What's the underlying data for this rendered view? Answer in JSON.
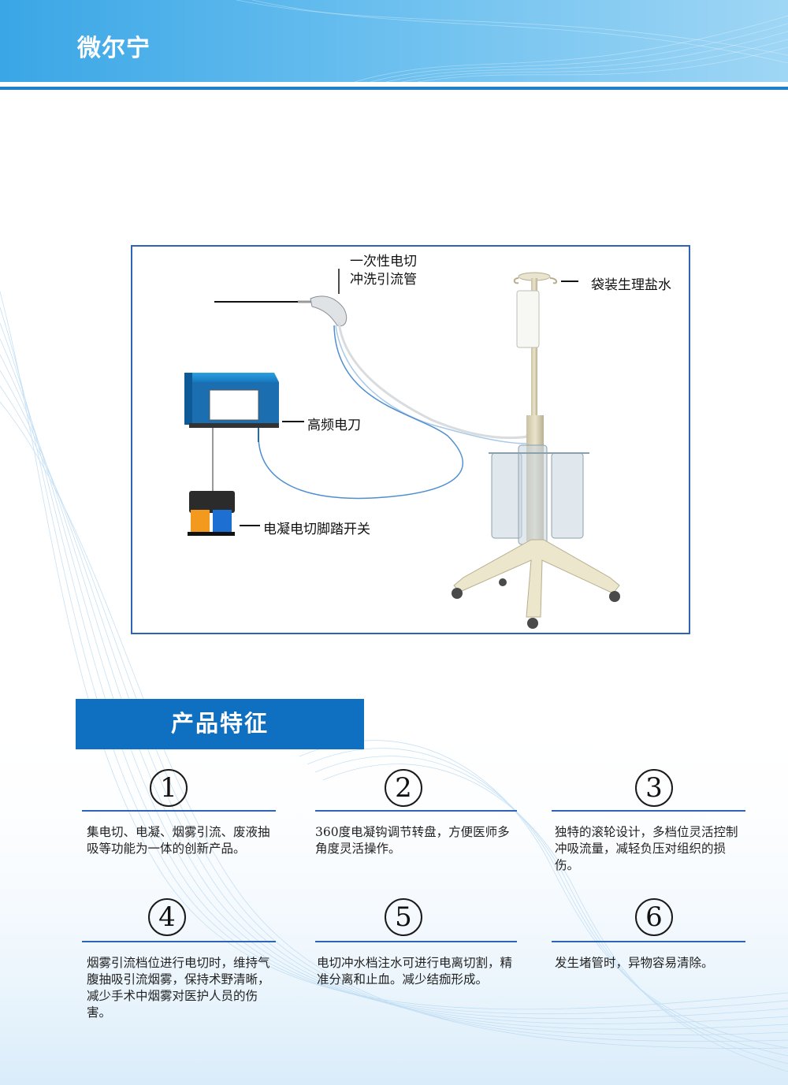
{
  "header": {
    "brand": "微尔宁"
  },
  "diagram": {
    "labels": {
      "electrode_line1": "一次性电切",
      "electrode_line2": "冲洗引流管",
      "saline": "袋装生理盐水",
      "generator": "高频电刀",
      "footswitch": "电凝电切脚踏开关"
    }
  },
  "features": {
    "title": "产品特征",
    "items": [
      {
        "number": "1",
        "text": "集电切、电凝、烟雾引流、废液抽吸等功能为一体的创新产品。"
      },
      {
        "number": "2",
        "text": "360度电凝钩调节转盘，方便医师多角度灵活操作。"
      },
      {
        "number": "3",
        "text": "独特的滚轮设计，多档位灵活控制冲吸流量，减轻负压对组织的损伤。"
      },
      {
        "number": "4",
        "text": "烟雾引流档位进行电切时，维持气腹抽吸引流烟雾，保持术野清晰，减少手术中烟雾对医护人员的伤害。"
      },
      {
        "number": "5",
        "text": "电切冲水档注水可进行电离切割，精准分离和止血。减少结痂形成。"
      },
      {
        "number": "6",
        "text": "发生堵管时，异物容易清除。"
      }
    ]
  },
  "colors": {
    "accent": "#0f6fc1",
    "header_blue": "#4fb2ea",
    "frame": "#2f63b8"
  }
}
